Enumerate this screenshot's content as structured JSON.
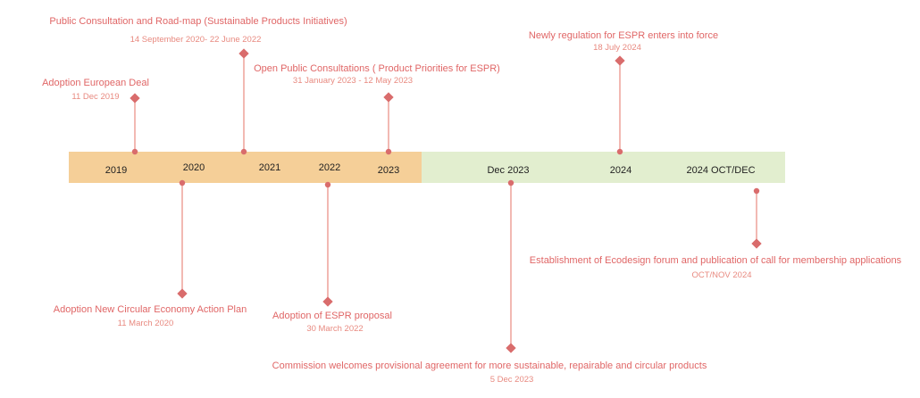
{
  "timeline": {
    "colors": {
      "band_past": "#f5cf98",
      "band_future": "#e2eecf",
      "accent": "#e06666",
      "marker": "#d96c6c",
      "text": "#222222"
    },
    "years": [
      "2019",
      "2020",
      "2021",
      "2022",
      "2023",
      "Dec 2023",
      "2024",
      "2024 OCT/DEC"
    ],
    "events": [
      {
        "title": "Adoption European Deal",
        "date": "11 Dec 2019"
      },
      {
        "title": "Public Consultation and Road-map (Sustainable Products Initiatives)",
        "date": "14 September 2020- 22 June 2022"
      },
      {
        "title": "Open Public Consultations ( Product Priorities for ESPR)",
        "date": "31 January 2023 - 12 May 2023"
      },
      {
        "title": "Newly regulation for ESPR enters into force",
        "date": "18 July 2024"
      },
      {
        "title": "Adoption New Circular Economy Action Plan",
        "date": "11 March 2020"
      },
      {
        "title": "Adoption of ESPR proposal",
        "date": "30 March 2022"
      },
      {
        "title": "Commission welcomes provisional agreement for more sustainable, repairable and circular products",
        "date": "5 Dec 2023"
      },
      {
        "title": "Establishment of Ecodesign forum and publication of call for membership applications",
        "date": "OCT/NOV 2024"
      }
    ]
  }
}
